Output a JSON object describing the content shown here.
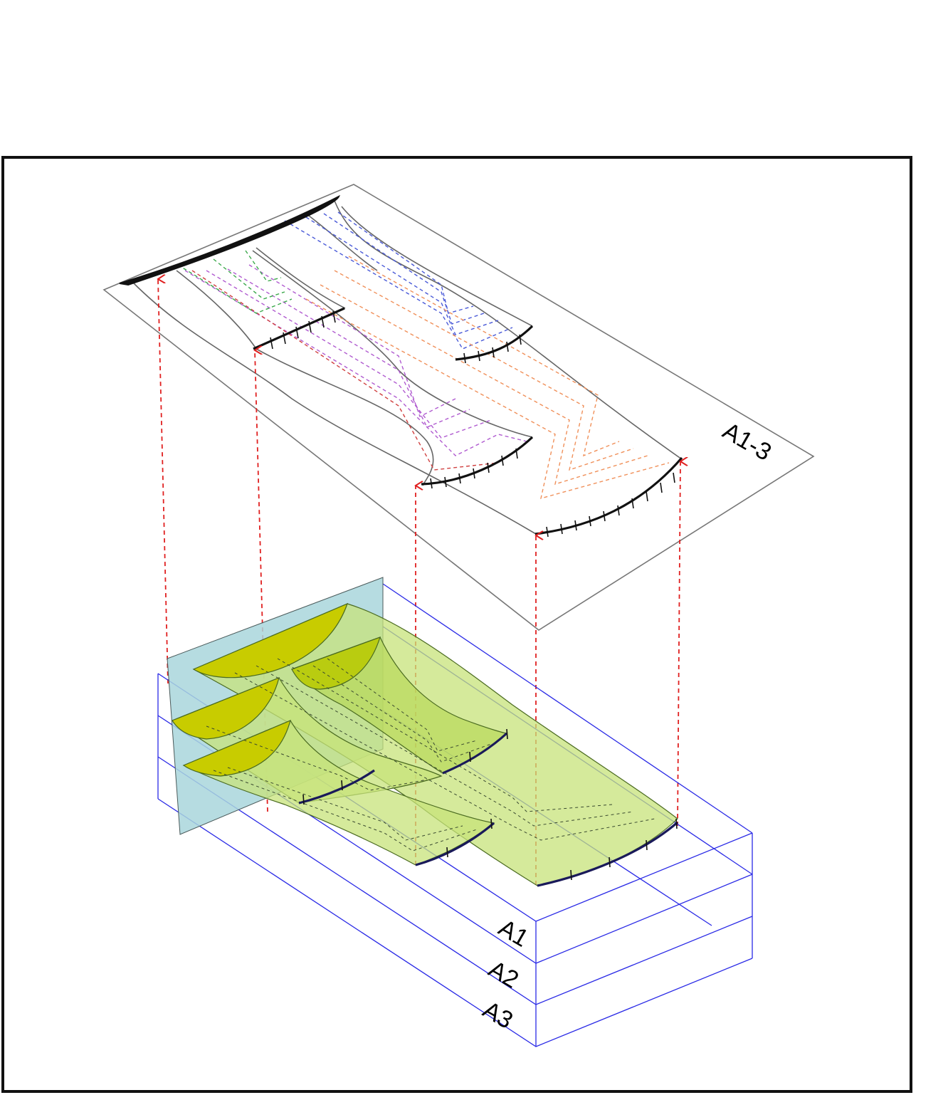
{
  "diagram": {
    "top_plane_label": "A1-3",
    "layer_labels": [
      "A1",
      "A2",
      "A3"
    ],
    "colors": {
      "frame": "#111111",
      "layer_box": "#2a2ae6",
      "section_plane": "#a9d6dc",
      "fin_fill": "#c7e37a",
      "fin_cap": "#c8cc00",
      "projection_lines": "#e02020",
      "contour_purple": "#b05bd0",
      "contour_blue": "#4a5ad8",
      "contour_orange": "#f0905a",
      "contour_green": "#3aa84a",
      "contour_red": "#d04040"
    }
  }
}
